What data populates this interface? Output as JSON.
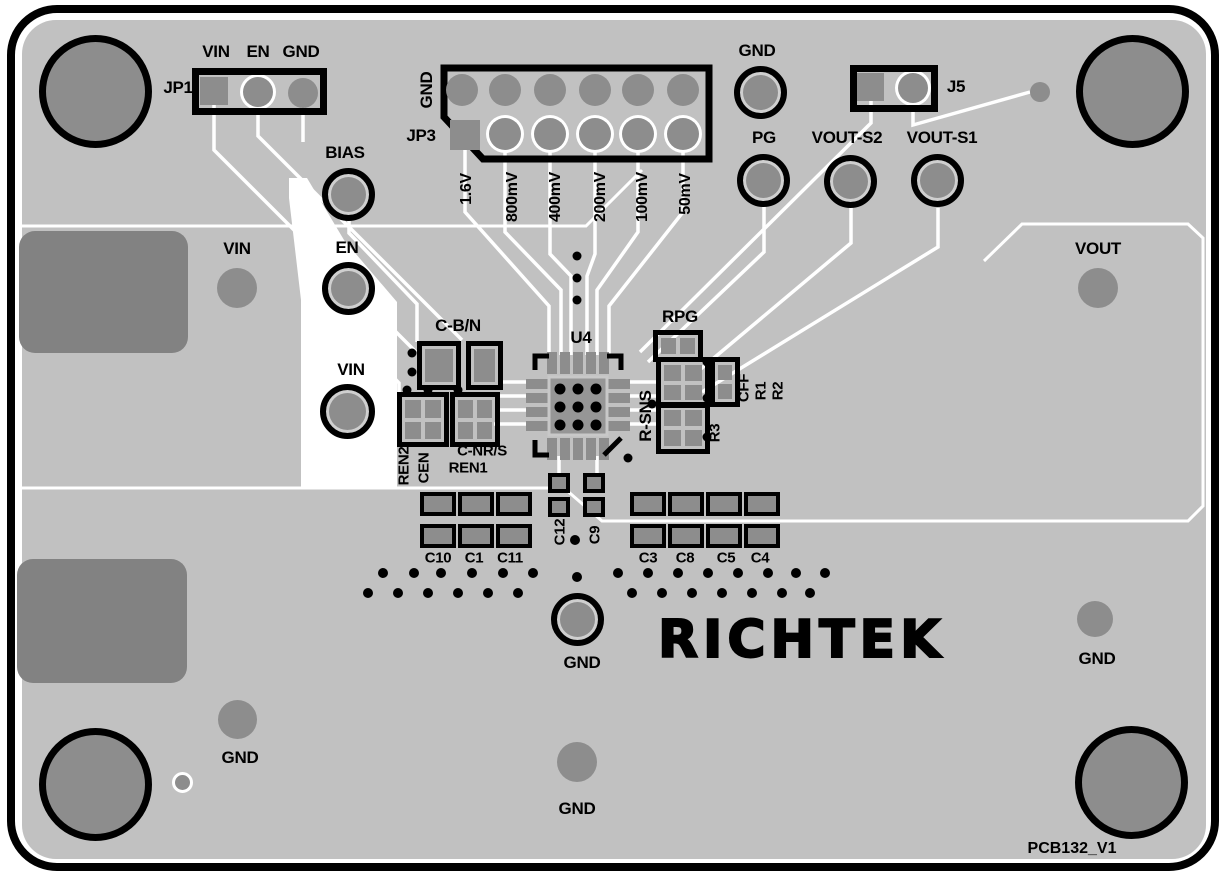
{
  "brand": "RICHTEK",
  "version": "PCB132_V1",
  "jp1": {
    "ref": "JP1",
    "pins": [
      "VIN",
      "EN",
      "GND"
    ]
  },
  "jp3": {
    "ref": "JP3",
    "gnd": "GND",
    "pins": [
      "1.6V",
      "800mV",
      "400mV",
      "200mV",
      "100mV",
      "50mV"
    ]
  },
  "j5": {
    "ref": "J5"
  },
  "pads": {
    "gnd_top": "GND",
    "pg": "PG",
    "vout_s2": "VOUT-S2",
    "vout_s1": "VOUT-S1",
    "bias": "BIAS",
    "en": "EN",
    "vin_tp": "VIN",
    "vin": "VIN",
    "vout": "VOUT",
    "gnd_center": "GND",
    "gnd_bottom": "GND",
    "gnd_left": "GND",
    "gnd_right": "GND"
  },
  "ic": {
    "ref": "U4"
  },
  "passives": {
    "cbn": "C-B/N",
    "ren2": "REN2",
    "cen": "CEN",
    "cnrs": "C-NR/S",
    "ren1": "REN1",
    "rpg": "RPG",
    "rsns": "R-SNS",
    "cff": "CFF",
    "r1": "R1",
    "r2": "R2",
    "r3": "R3"
  },
  "caps": {
    "left": [
      "C10",
      "C1",
      "C11"
    ],
    "mid": [
      "C12",
      "C9"
    ],
    "right": [
      "C3",
      "C8",
      "C5",
      "C4"
    ]
  },
  "colors": {
    "board": "#c1c1c1",
    "pad": "#8d8d8d",
    "copper": "#828282",
    "silk": "#000000",
    "trace": "#ffffff"
  }
}
